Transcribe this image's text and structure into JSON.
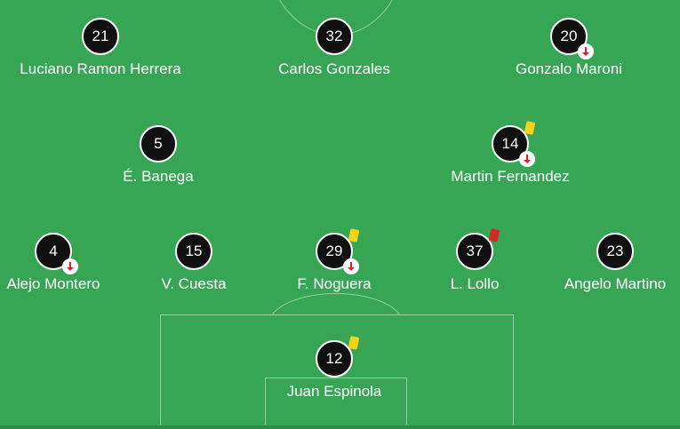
{
  "lineup": {
    "players": [
      {
        "number": "21",
        "name": "Luciano Ramon Herrera",
        "sub": false,
        "card": ""
      },
      {
        "number": "32",
        "name": "Carlos Gonzales",
        "sub": false,
        "card": ""
      },
      {
        "number": "20",
        "name": "Gonzalo Maroni",
        "sub": true,
        "card": ""
      },
      {
        "number": "5",
        "name": "É. Banega",
        "sub": false,
        "card": ""
      },
      {
        "number": "14",
        "name": "Martin Fernandez",
        "sub": true,
        "card": "yellow"
      },
      {
        "number": "4",
        "name": "Alejo Montero",
        "sub": true,
        "card": ""
      },
      {
        "number": "15",
        "name": "V. Cuesta",
        "sub": false,
        "card": ""
      },
      {
        "number": "29",
        "name": "F. Noguera",
        "sub": true,
        "card": "yellow"
      },
      {
        "number": "37",
        "name": "L. Lollo",
        "sub": false,
        "card": "red"
      },
      {
        "number": "23",
        "name": "Angelo Martino",
        "sub": false,
        "card": ""
      },
      {
        "number": "12",
        "name": "Juan Espinola",
        "sub": false,
        "card": "yellow"
      }
    ]
  },
  "colors": {
    "pitch": "#37a654",
    "disc": "#111111",
    "yellow_card": "#f6d21b",
    "red_card": "#d42a24",
    "sub_arrow": "#e02020"
  },
  "icons": {
    "substitution": "sub-out-arrow-icon",
    "yellow": "yellow-card-icon",
    "red": "red-card-icon"
  }
}
